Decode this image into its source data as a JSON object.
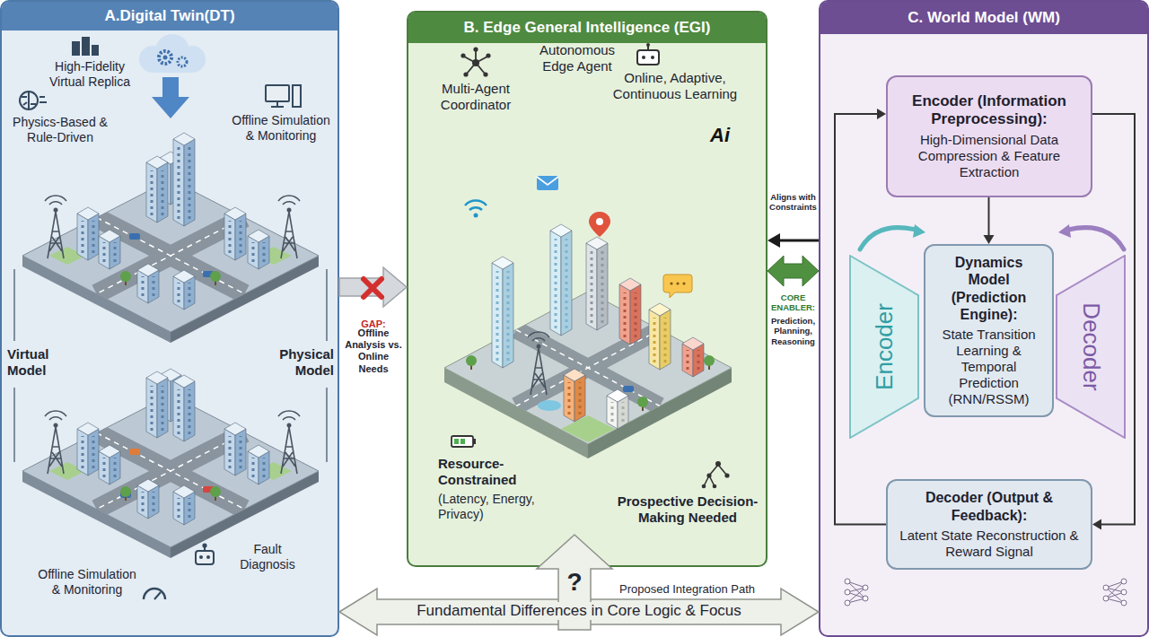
{
  "diagram": {
    "nodes": [
      {
        "text": [
          "A.Digital Twin(DT)"
        ]
      },
      {
        "text": [
          "B. Edge General Intelligence (EGI)"
        ]
      },
      {
        "text": [
          "C. World Model (WM)"
        ]
      },
      {
        "text": [
          "Encoder (Information Preprocessing):",
          "High-Dimensional Data Compression & Feature Extraction"
        ],
        "in": 2
      },
      {
        "text": [
          "Encoder"
        ],
        "in": 2
      },
      {
        "text": [
          "Dynamics Model (Prediction Engine):",
          "State Transition Learning & Temporal Prediction (RNN/RSSM)"
        ],
        "in": 2
      },
      {
        "text": [
          "Decoder"
        ],
        "in": 2
      },
      {
        "text": [
          "Decoder (Output & Feedback):",
          "Latent State Reconstruction & Reward Signal"
        ],
        "in": 2
      }
    ],
    "edges": [
      {
        "from": 0,
        "to": 1,
        "arrow": "to"
      },
      {
        "from": 2,
        "to": 1,
        "arrow": "to"
      },
      {
        "from": 1,
        "to": 2,
        "arrow": "both"
      },
      {
        "from": 0,
        "to": 2,
        "arrow": "both"
      },
      {
        "from": 7,
        "to": 3,
        "arrow": "to"
      },
      {
        "from": 3,
        "to": 7,
        "arrow": "to"
      },
      {
        "from": 3,
        "to": 5,
        "arrow": "to"
      }
    ],
    "labels": [
      "High-Fidelity Virtual Replica",
      "Physics-Based & Rule-Driven",
      "Offline Simulation & Monitoring",
      "Virtual Model",
      "Physical Model",
      "Offline Simulation & Monitoring",
      "Fault Diagnosis",
      "GAP:",
      "Offline Analysis vs. Online Needs",
      "Multi-Agent Coordinator",
      "Autonomous Edge Agent",
      "Online, Adaptive, Continuous Learning",
      "Ai",
      "Resource-Constrained",
      "(Latency, Energy, Privacy)",
      "Prospective Decision-Making Needed",
      "Aligns with Constraints",
      "CORE ENABLER:",
      "Prediction, Planning, Reasoning",
      "?",
      "Proposed Integration Path",
      "Fundamental Differences in Core Logic & Focus"
    ]
  }
}
